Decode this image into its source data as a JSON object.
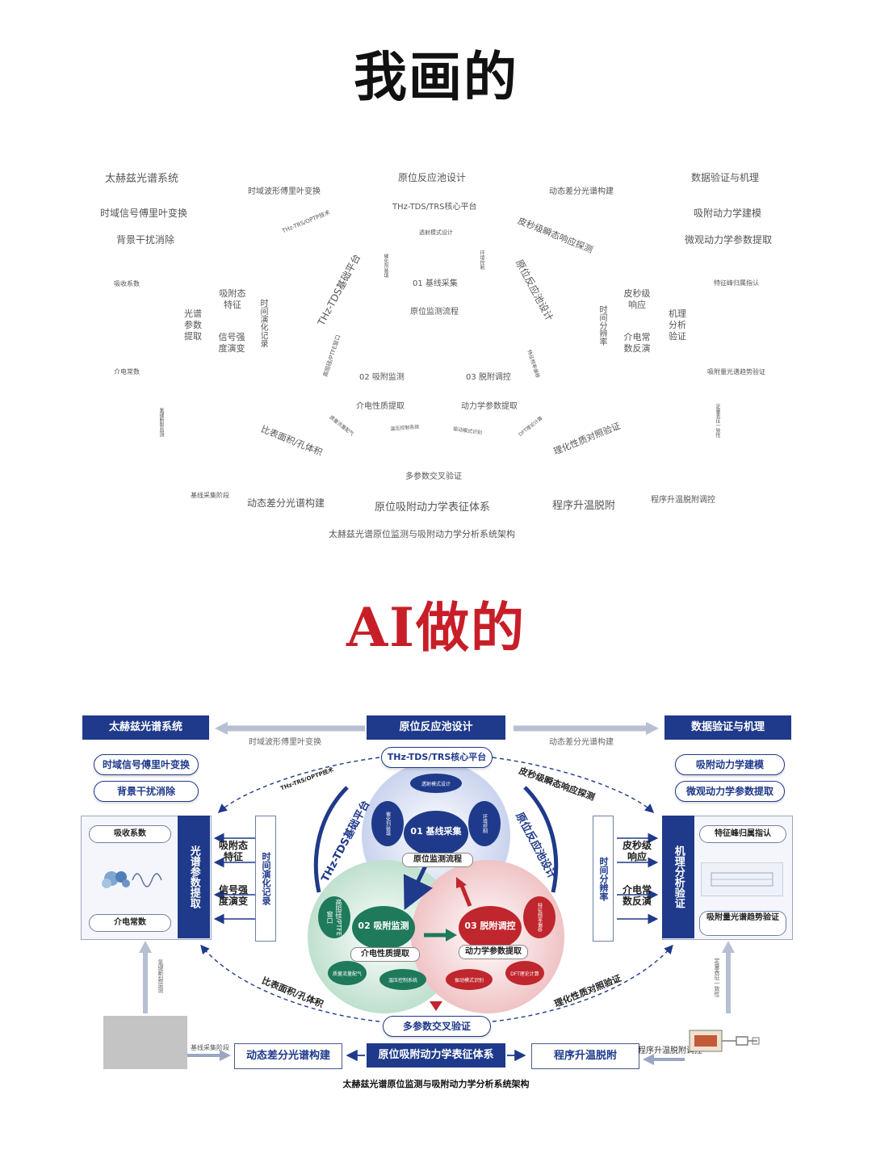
{
  "headings": {
    "mine": "我画的",
    "ai": "AI做的"
  },
  "sketch": {
    "top_left": "太赫兹光谱系统",
    "top_center": "原位反应池设计",
    "top_right": "数据验证与机理",
    "fourier_top": "时域波形傅里叶变换",
    "dyn_top": "动态差分光谱构建",
    "core": "THz-TDS/TRS核心平台",
    "fourier_left": "时域信号傅里叶变换",
    "bg_removal": "背景干扰消除",
    "tech_diag": "THz-TRS/OPTP技术",
    "trans_mode": "透射模式设计",
    "pico_diag": "皮秒级瞬态响应探测",
    "model": "吸附动力学建模",
    "micro_param": "微观动力学参数提取",
    "abs_coef": "吸收系数",
    "ads_feat": "吸附态\n特征",
    "spec_param": "光谱\n参数\n提取",
    "time_rec": "时间演化记录",
    "sig_int": "信号强\n度演变",
    "platform": "THz-TDS基础平台",
    "window": "高阻硅/PTFE窗口",
    "a01": "01 基线采集",
    "in_situ_flow": "原位监测流程",
    "p_gas": "催化剂装填",
    "p_temp": "环境控制",
    "cell_design": "原位反应池设计",
    "time_res": "时间分辨率",
    "pico_resp": "皮秒级\n响应",
    "diel_evo": "介电常\n数反演",
    "mech": "机理\n分析\n验证",
    "peak_assign": "特征峰归属指认",
    "dielectric": "介电常数",
    "a02": "02 吸附监测",
    "a03": "03 脱附调控",
    "diel_extract": "介电性质提取",
    "kin_extract": "动力学参数提取",
    "ads_trend": "吸附量光谱趋势验证",
    "hbond": "氢键断裂监测",
    "consist": "定量表征一致性",
    "p_flow": "质量流量配气",
    "p_press": "温压控制系统",
    "p_vib": "振动模式识别",
    "p_dft": "DFT理论计算",
    "p_freq": "特征频率偏移",
    "surface": "比表面积/孔体积",
    "phys_verify": "理化性质对照验证",
    "cross": "多参数交叉验证",
    "baseline_stage": "基线采集阶段",
    "dyn_bottom": "动态差分光谱构建",
    "system": "原位吸附动力学表征体系",
    "tpd": "程序升温脱附",
    "tpd_ctrl": "程序升温脱附调控",
    "caption": "太赫兹光谱原位监测与吸附动力学分析系统架构"
  },
  "ai": {
    "header_left": "太赫兹光谱系统",
    "header_center": "原位反应池设计",
    "header_right": "数据验证与机理",
    "fourier_top": "时域波形傅里叶变换",
    "dyn_top": "动态差分光谱构建",
    "core": "THz-TDS/TRS核心平台",
    "fourier_left": "时域信号傅里叶变换",
    "bg_removal": "背景干扰消除",
    "model": "吸附动力学建模",
    "micro_param": "微观动力学参数提取",
    "tech_diag": "THz-TRS/OPTP技术",
    "pico_diag": "皮秒级瞬态响应探测",
    "abs_coef": "吸收系数",
    "dielectric": "介电常数",
    "spine_left": "光谱参数提取",
    "ads_feat": "吸附态\n特征",
    "sig_int": "信号强\n度演变",
    "time_rec": "时间演化记录",
    "platform": "THz-TDS基础平台",
    "cell_design": "原位反应池设计",
    "time_res": "时间分辨率",
    "pico_resp": "皮秒级\n响应",
    "diel_evo": "介电常\n数反演",
    "spine_right": "机理分析验证",
    "peak_assign": "特征峰归属指认",
    "ads_trend": "吸附量光谱趋势验证",
    "trans_mode": "透射模式设计",
    "p_gas": "催化剂装填",
    "p_temp": "环境控制",
    "a01": "01 基线采集",
    "in_situ_flow": "原位监测流程",
    "window": "高阻硅/PTFE窗口",
    "a02": "02 吸附监测",
    "diel_extract": "介电性质提取",
    "p_flow": "质量流量配气",
    "p_press": "温压控制系统",
    "a03": "03 脱附调控",
    "kin_extract": "动力学参数提取",
    "p_freq": "特征频率偏移",
    "p_vib": "振动模式识别",
    "p_dft": "DFT理论计算",
    "surface": "比表面积/孔体积",
    "phys_verify": "理化性质对照验证",
    "cross": "多参数交叉验证",
    "hbond": "氢键断裂监测",
    "consist": "定量表征一致性",
    "baseline_stage": "基线采集阶段",
    "dyn_bottom": "动态差分光谱构建",
    "system": "原位吸附动力学表征体系",
    "tpd": "程序升温脱附",
    "tpd_ctrl": "程序升温脱附调控",
    "caption": "太赫兹光谱原位监测与吸附动力学分析系统架构"
  },
  "colors": {
    "navy": "#1f3a8a",
    "green": "#1e7a5a",
    "red": "#c0262d",
    "heading_red": "#c81e28"
  }
}
